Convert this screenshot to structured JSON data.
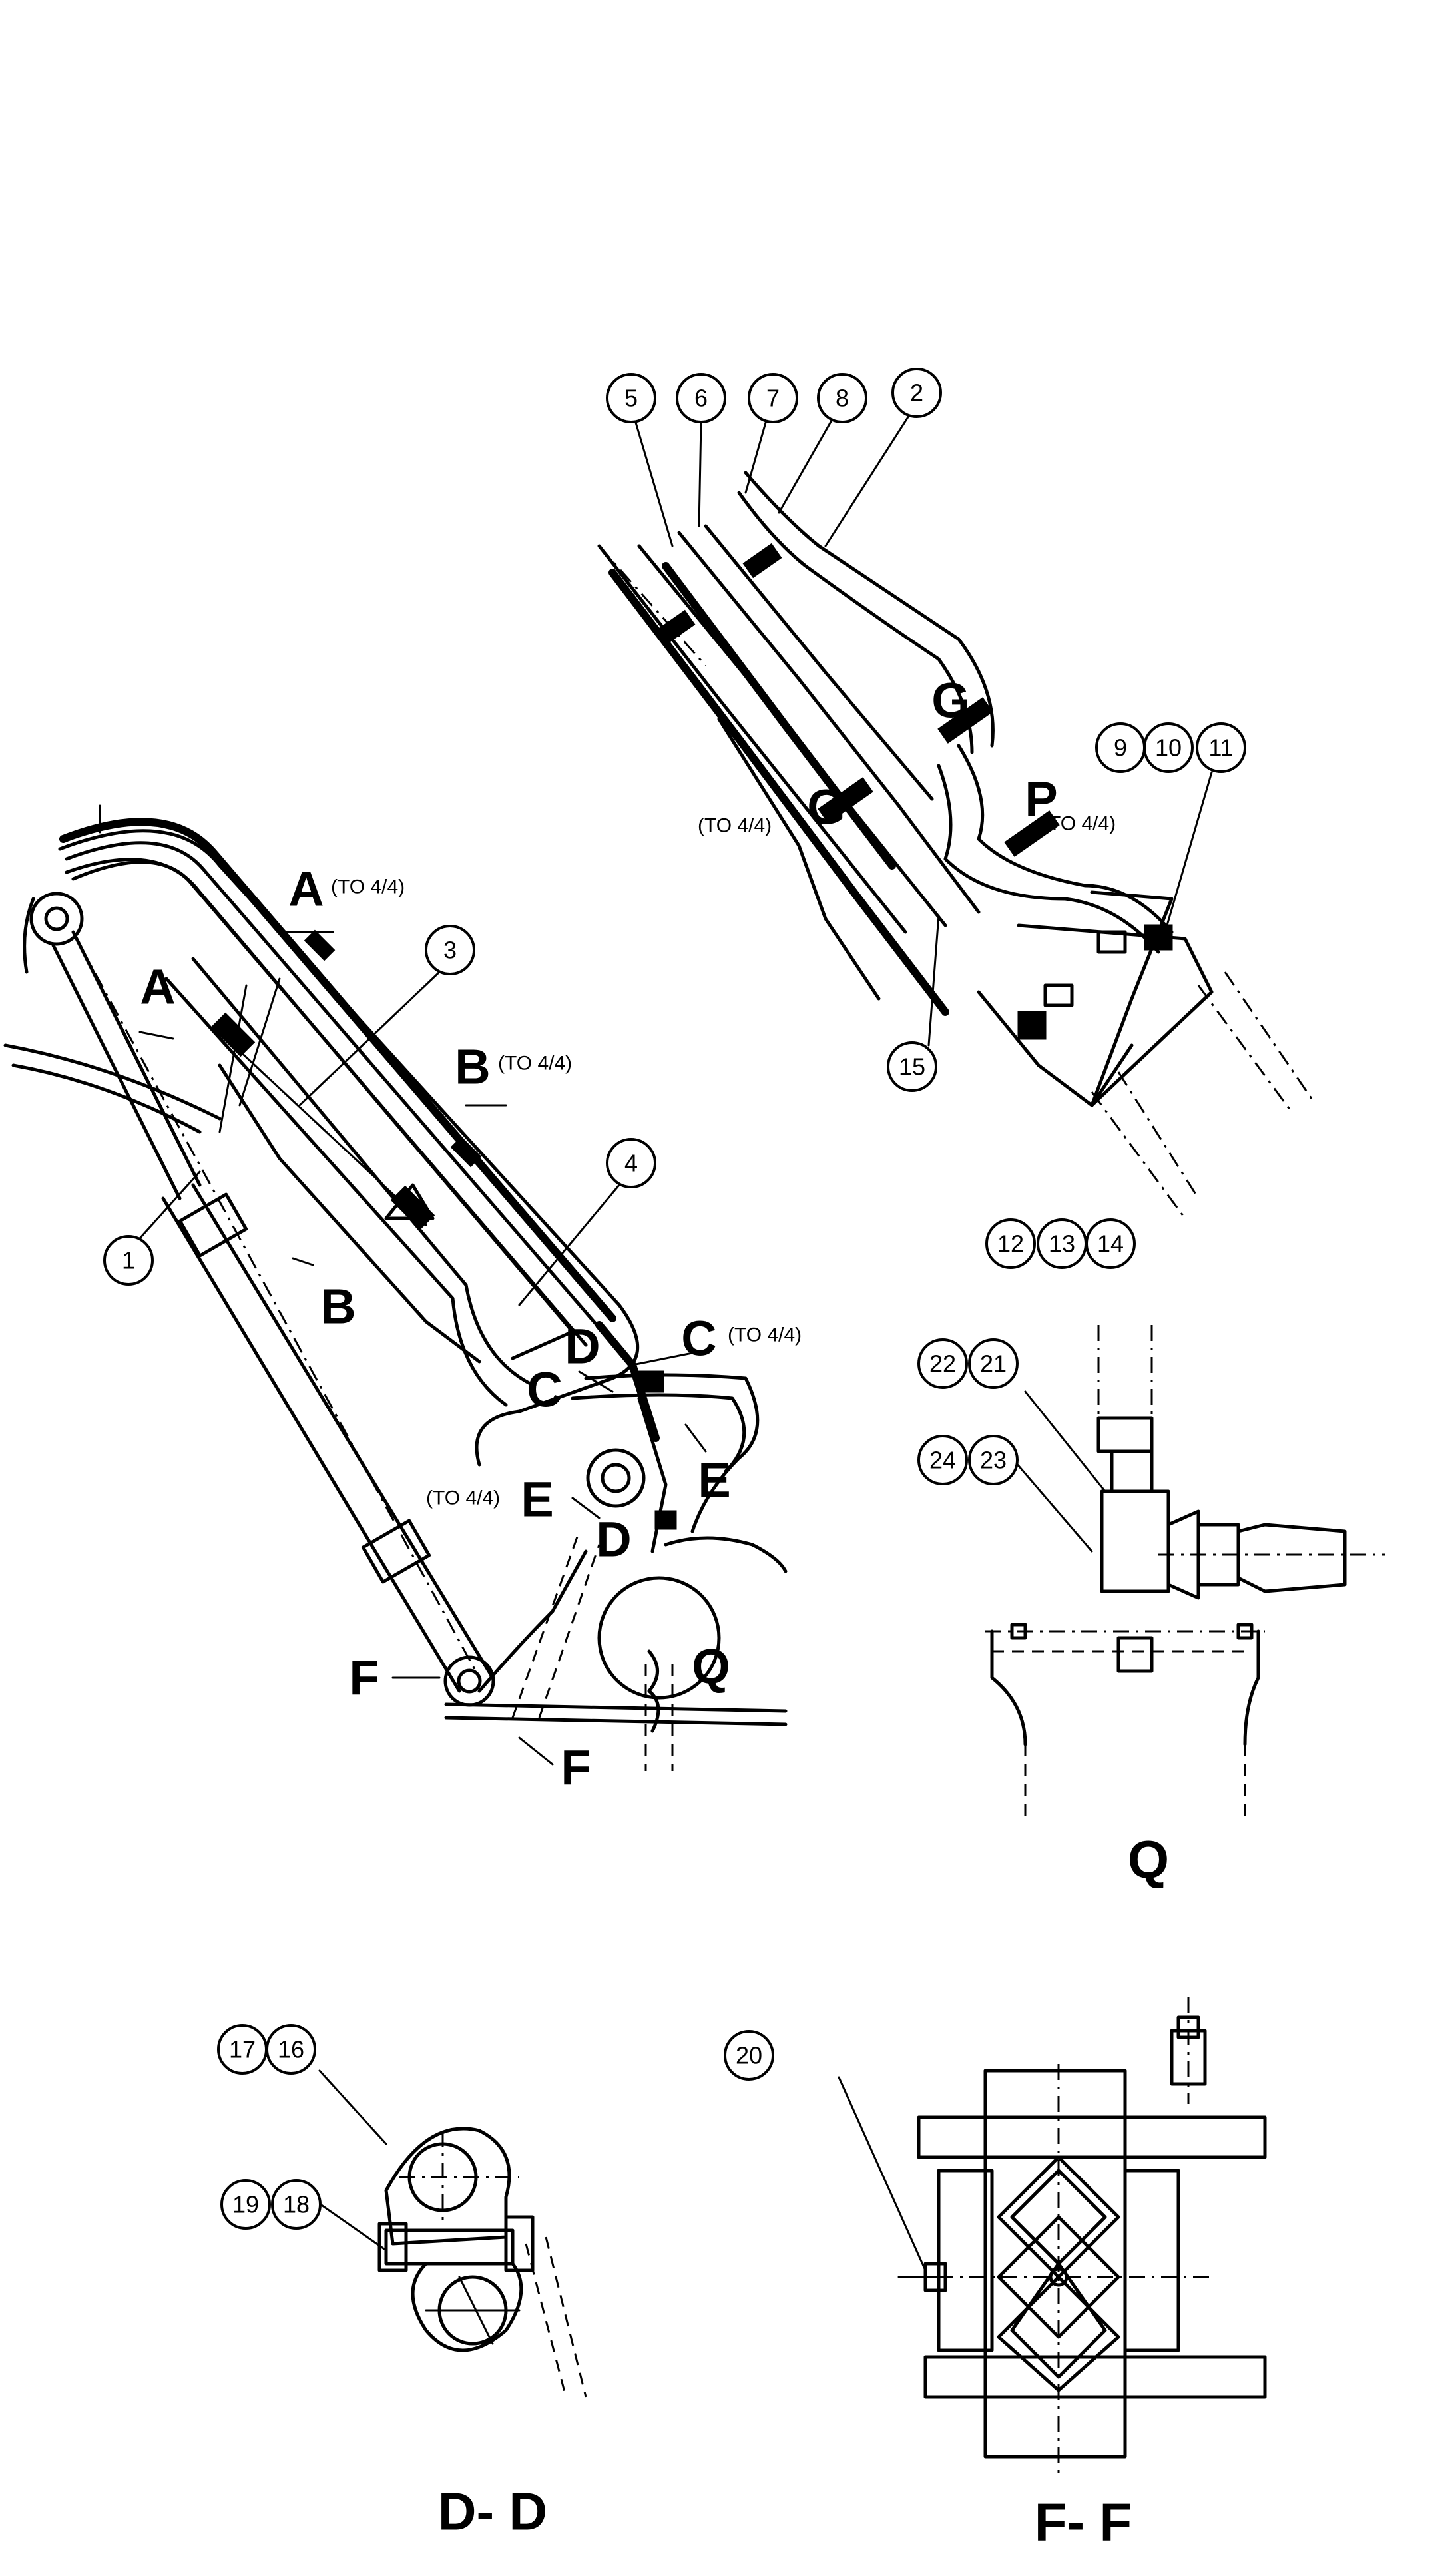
{
  "balloons": {
    "b1": "1",
    "b2": "2",
    "b3": "3",
    "b4": "4",
    "b5": "5",
    "b6": "6",
    "b7": "7",
    "b8": "8",
    "b9": "9",
    "b10": "10",
    "b11": "11",
    "b12": "12",
    "b13": "13",
    "b14": "14",
    "b15": "15",
    "b16": "16",
    "b17": "17",
    "b18": "18",
    "b19": "19",
    "b20": "20",
    "b21": "21",
    "b22": "22",
    "b23": "23",
    "b24": "24"
  },
  "section_letters": {
    "A": "A",
    "B": "B",
    "C": "C",
    "D": "D",
    "E": "E",
    "F": "F",
    "G": "G",
    "P": "P",
    "Q": "Q"
  },
  "sheet_ref": "(TO 4/4)",
  "view_titles": {
    "q": "Q",
    "dd": "D- D",
    "ff": "F- F"
  }
}
